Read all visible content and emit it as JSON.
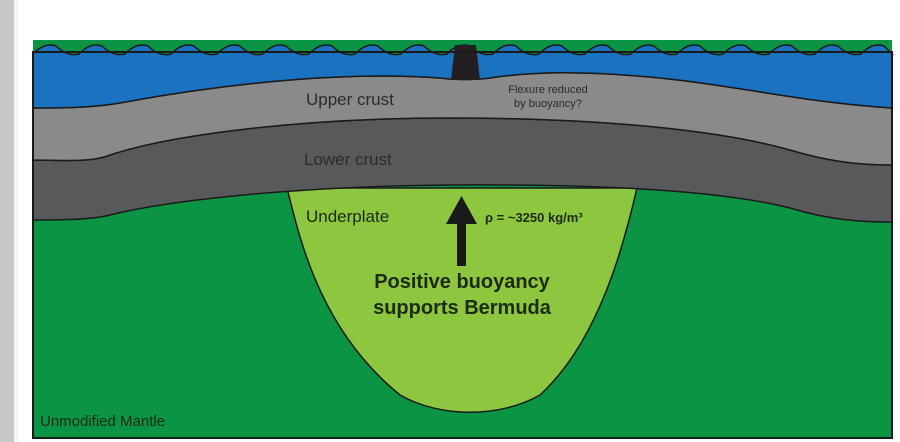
{
  "figure": {
    "title": "Bermuda underplate buoyancy cross-section",
    "layers": [
      {
        "id": "ocean",
        "name": "Ocean",
        "color": "#1a72c0"
      },
      {
        "id": "upper-crust",
        "name": "Upper crust",
        "color": "#8a8a8a"
      },
      {
        "id": "lower-crust",
        "name": "Lower crust",
        "color": "#58595b"
      },
      {
        "id": "underplate",
        "name": "Underplate",
        "color": "#8dc63f"
      },
      {
        "id": "mantle",
        "name": "Unmodified Mantle",
        "color": "#0b9444"
      },
      {
        "id": "island",
        "name": "Bermuda island",
        "color": "#231f20"
      }
    ],
    "labels": {
      "upper_crust": "Upper crust",
      "lower_crust": "Lower crust",
      "underplate": "Underplate",
      "mantle": "Unmodified Mantle",
      "flexure_line1": "Flexure reduced",
      "flexure_line2": "by buoyancy?",
      "density": "ρ = ~3250 kg/m³",
      "buoyancy_line1": "Positive buoyancy",
      "buoyancy_line2": "supports Bermuda"
    },
    "arrow": {
      "direction": "up",
      "meaning": "buoyant uplift"
    }
  }
}
